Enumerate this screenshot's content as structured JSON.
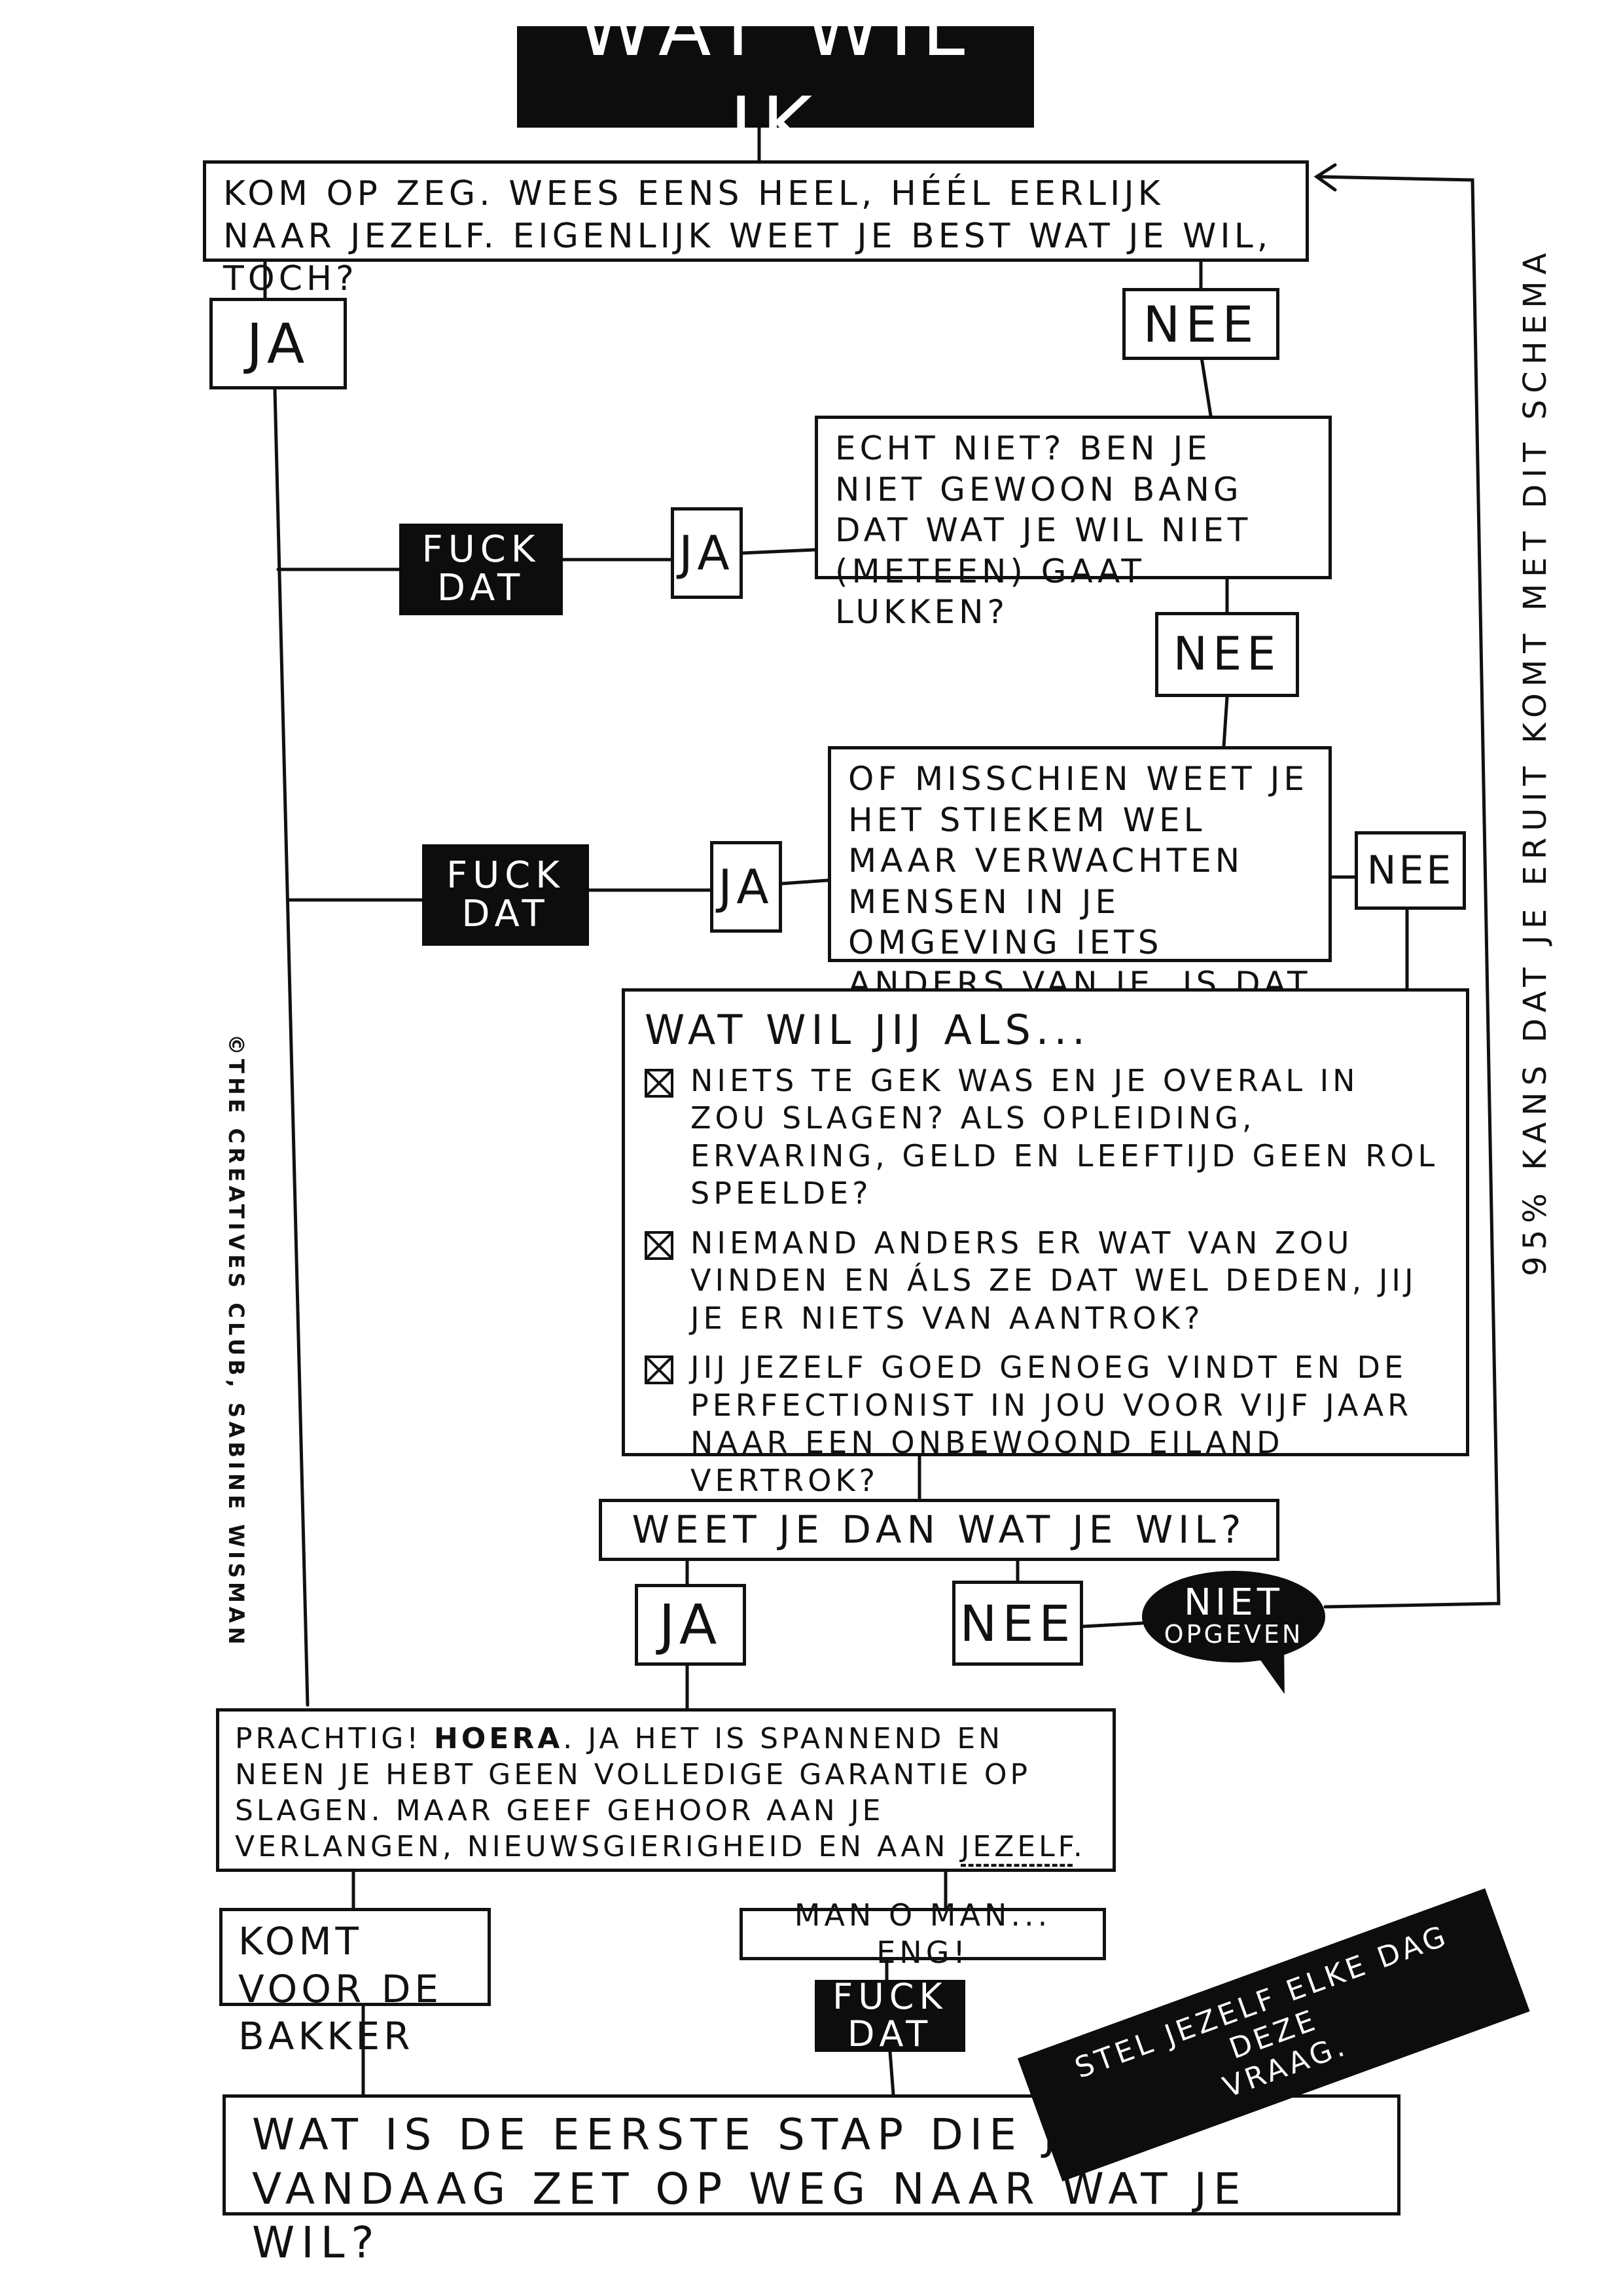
{
  "title": "WAT WIL IK",
  "nodes": {
    "q1": {
      "text": "KOM OP ZEG. WEES EENS HEEL, HÉÉL EERLIJK NAAR JEZELF. EIGENLIJK WEET JE BEST WAT JE WIL, TOCH?"
    },
    "q1_ja": "JA",
    "q1_nee": "NEE",
    "q2": {
      "text": "ECHT NIET? BEN JE NIET GEWOON BANG DAT WAT JE WIL NIET (METEEN) GAAT LUKKEN?"
    },
    "q2_ja": "JA",
    "q2_fuck": "FUCK DAT",
    "q2_nee": "NEE",
    "q3": {
      "text": "OF MISSCHIEN WEET JE HET STIEKEM WEL MAAR VERWACHTEN MENSEN IN JE OMGEVING IETS ANDERS VAN JE. IS DAT HET?"
    },
    "q3_ja": "JA",
    "q3_fuck": "FUCK DAT",
    "q3_nee": "NEE",
    "q4": {
      "heading": "WAT WIL JIJ ALS...",
      "items": [
        {
          "checked": true,
          "text": "NIETS TE GEK WAS EN JE OVERAL IN ZOU SLAGEN? ALS OPLEIDING, ERVARING, GELD en LEEFTIJD GEEN ROL SPEELDE?"
        },
        {
          "checked": true,
          "text": "NIEMAND ANDERS ER WAT VAN ZOU VINDEN EN ÁLS ZE DAT WEL DEDEN, JIJ JE ER NIETS VAN AANTROK?"
        },
        {
          "checked": true,
          "text": "JIJ JEZELF GOED GENOEG VINDT EN DE PERFECTIONIST IN JOU VOOR VIJF JAAR NAAR een ONBEWOOND EILAND VERTROK?"
        }
      ]
    },
    "q5": {
      "text": "WEET JE DAN WAT JE WIL?"
    },
    "q5_ja": "JA",
    "q5_nee": "NEE",
    "bubble": {
      "line1": "NIET",
      "line2": "OPGEVEN"
    },
    "r1": {
      "part1": "PRACHTIG!",
      "bold": "HOERA",
      "part2": ". JA HET IS SPANNEND EN NEEN JE HEBT GEEN VOLLEDIGE GARANTIE OP SLAGEN. MAAR GEEF GEHOOR AAN JE VERLANGEN, NIEUWSGIERIGHEID en AAN",
      "underlined": "JEZELF",
      "end": "."
    },
    "r1_left": "KOMT VOOR DE BAKKER",
    "r1_right": "MAN O MAN... ENG!",
    "r1_fuck": "FUCK DAT",
    "final": {
      "text": "WAT IS DE EERSTE STAP DIE JE VANDAAG ZET OP WEG NAAR WAT JE WIL?"
    },
    "ribbon": {
      "line1": "STEL JEZELF ELKE DAG DEZE",
      "line2": "VRAAG."
    }
  },
  "side_right": "95% KANS DAT JE ERUIT KOMT MET DIT SCHEMA",
  "side_left": "©THE CREATIVES CLUB, SABINE WISMAN"
}
